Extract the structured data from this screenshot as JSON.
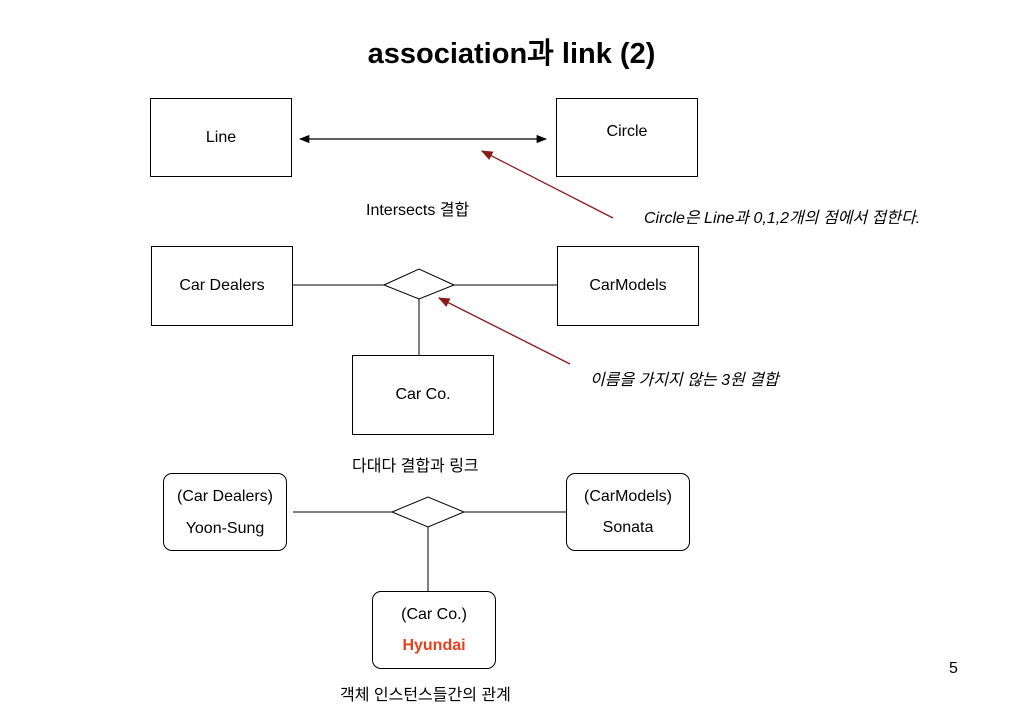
{
  "title": "association과 link (2)",
  "section1": {
    "left_class": "Line",
    "right_class": "Circle",
    "association_label": "Intersects 결합",
    "annotation": "Circle은 Line과 0,1,2개의 점에서 접한다."
  },
  "section2": {
    "left_class": "Car Dealers",
    "right_class": "CarModels",
    "bottom_class": "Car Co.",
    "annotation": "이름을 가지지 않는 3원 결합",
    "caption": "다대다 결합과 링크"
  },
  "section3": {
    "left_object": {
      "class_name": "(Car Dealers)",
      "value": "Yoon-Sung"
    },
    "right_object": {
      "class_name": "(CarModels)",
      "value": "Sonata"
    },
    "bottom_object": {
      "class_name": "(Car Co.)",
      "value": "Hyundai"
    },
    "caption": "객체 인스턴스들간의 관계"
  },
  "page_number": "5",
  "colors": {
    "arrow_red": "#8b1a1a",
    "highlight_red": "#e8401c"
  }
}
